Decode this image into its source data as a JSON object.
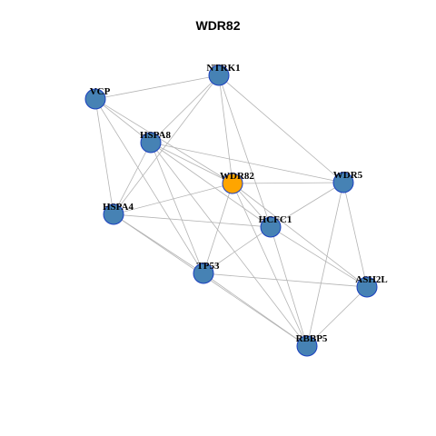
{
  "title": "WDR82",
  "colors": {
    "center_node": "#FFA500",
    "node": "#4682B4",
    "node_border": "#1A3FBF",
    "edge": "#B3B3B3"
  },
  "nodes": [
    {
      "id": "NTRK1",
      "label": "NTRK1",
      "center": false
    },
    {
      "id": "VCP",
      "label": "VCP",
      "center": false
    },
    {
      "id": "HSPA8",
      "label": "HSPA8",
      "center": false
    },
    {
      "id": "WDR82",
      "label": "WDR82",
      "center": true
    },
    {
      "id": "WDR5",
      "label": "WDR5",
      "center": false
    },
    {
      "id": "HSPA4",
      "label": "HSPA4",
      "center": false
    },
    {
      "id": "HCFC1",
      "label": "HCFC1",
      "center": false
    },
    {
      "id": "TP53",
      "label": "TP53",
      "center": false
    },
    {
      "id": "ASH2L",
      "label": "ASH2L",
      "center": false
    },
    {
      "id": "RBBP5",
      "label": "RBBP5",
      "center": false
    }
  ],
  "edges": [
    [
      "VCP",
      "NTRK1"
    ],
    [
      "VCP",
      "HSPA8"
    ],
    [
      "VCP",
      "WDR82"
    ],
    [
      "VCP",
      "HSPA4"
    ],
    [
      "VCP",
      "TP53"
    ],
    [
      "NTRK1",
      "HSPA8"
    ],
    [
      "NTRK1",
      "HSPA4"
    ],
    [
      "NTRK1",
      "WDR82"
    ],
    [
      "NTRK1",
      "WDR5"
    ],
    [
      "NTRK1",
      "HCFC1"
    ],
    [
      "HSPA8",
      "WDR82"
    ],
    [
      "HSPA8",
      "HSPA4"
    ],
    [
      "HSPA8",
      "HCFC1"
    ],
    [
      "HSPA8",
      "TP53"
    ],
    [
      "HSPA8",
      "RBBP5"
    ],
    [
      "HSPA8",
      "WDR5"
    ],
    [
      "WDR82",
      "WDR5"
    ],
    [
      "WDR82",
      "HSPA4"
    ],
    [
      "WDR82",
      "HCFC1"
    ],
    [
      "WDR82",
      "TP53"
    ],
    [
      "WDR82",
      "ASH2L"
    ],
    [
      "WDR82",
      "RBBP5"
    ],
    [
      "HSPA4",
      "HCFC1"
    ],
    [
      "HSPA4",
      "TP53"
    ],
    [
      "HSPA4",
      "RBBP5"
    ],
    [
      "WDR5",
      "HCFC1"
    ],
    [
      "WDR5",
      "ASH2L"
    ],
    [
      "WDR5",
      "RBBP5"
    ],
    [
      "HCFC1",
      "TP53"
    ],
    [
      "HCFC1",
      "ASH2L"
    ],
    [
      "HCFC1",
      "RBBP5"
    ],
    [
      "TP53",
      "ASH2L"
    ],
    [
      "TP53",
      "RBBP5"
    ],
    [
      "ASH2L",
      "RBBP5"
    ]
  ]
}
